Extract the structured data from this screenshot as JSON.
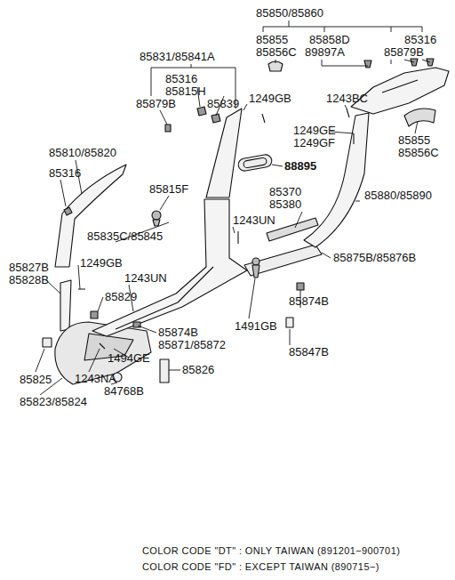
{
  "diagram": {
    "labels": [
      "85850/85860",
      "85855",
      "85856C",
      "85858D",
      "89897A",
      "85316",
      "85879B",
      "85831/85841A",
      "85316",
      "85815H",
      "85839",
      "85879B",
      "1249GB",
      "1243BC",
      "1249GE",
      "1249GF",
      "85855",
      "85856C",
      "88895",
      "85810/85820",
      "85316",
      "85815F",
      "85835C/85845",
      "85370",
      "85380",
      "85880/85890",
      "1243UN",
      "85875B/85876B",
      "85827B",
      "85828B",
      "1249GB",
      "1243UN",
      "85829",
      "85874B",
      "1491GB",
      "85874B",
      "85871/85872",
      "1494GE",
      "85847B",
      "85825",
      "1243NA",
      "84768B",
      "85826",
      "85823/85824",
      "COLOR CODE \"DT\" : ONLY TAIWAN (891201−900701)",
      "COLOR CODE \"FD\" : EXCEPT TAIWAN (890715−)"
    ]
  }
}
